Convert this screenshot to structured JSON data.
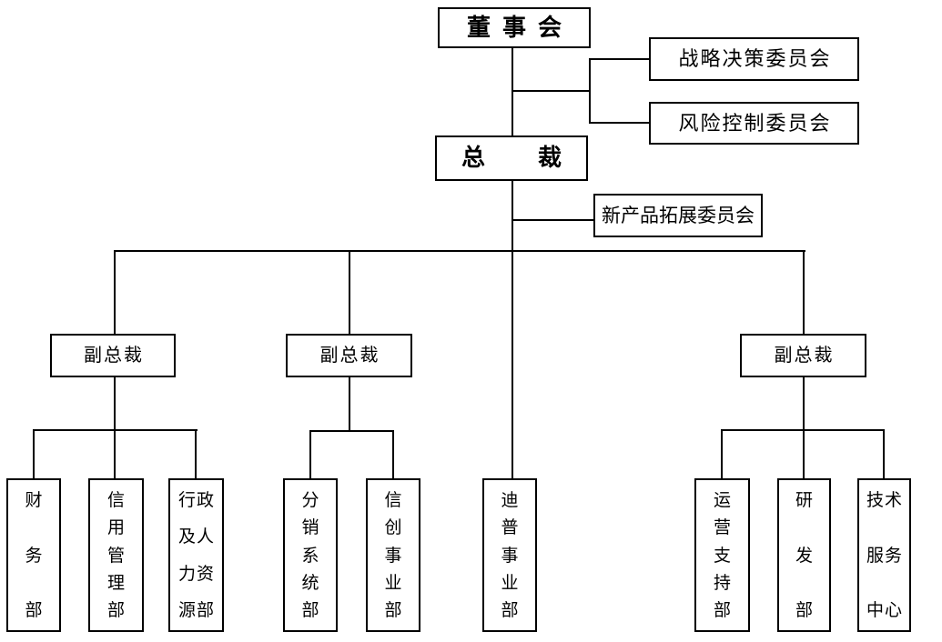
{
  "chart_title": "",
  "colors": {
    "background": "#ffffff",
    "line": "#000000",
    "box_border": "#000000",
    "text": "#000000"
  },
  "nodes": {
    "board": {
      "label": "董事会"
    },
    "strategy_committee": {
      "label": "战略决策委员会"
    },
    "risk_committee": {
      "label": "风险控制委员会"
    },
    "president": {
      "label": "总裁"
    },
    "new_product_committee": {
      "label": "新产品拓展委员会"
    },
    "vp_left": {
      "label": "副总裁"
    },
    "vp_middle": {
      "label": "副总裁"
    },
    "vp_right": {
      "label": "副总裁"
    },
    "finance_dept": {
      "label": "财务部",
      "lines": [
        "财",
        "务",
        "部"
      ]
    },
    "credit_management_dept": {
      "label": "信用管理部",
      "lines": [
        "信",
        "用",
        "管",
        "理",
        "部"
      ]
    },
    "admin_hr_dept": {
      "label": "行政及人力资源部",
      "lines": [
        "行政",
        "及人",
        "力资",
        "源部"
      ]
    },
    "distribution_system_dept": {
      "label": "分销系统部",
      "lines": [
        "分",
        "销",
        "系",
        "统",
        "部"
      ]
    },
    "xinchuang_business_dept": {
      "label": "信创事业部",
      "lines": [
        "信",
        "创",
        "事",
        "业",
        "部"
      ]
    },
    "dipu_business_dept": {
      "label": "迪普事业部",
      "lines": [
        "迪",
        "普",
        "事",
        "业",
        "部"
      ]
    },
    "operation_support_dept": {
      "label": "运营支持部",
      "lines": [
        "运",
        "营",
        "支",
        "持",
        "部"
      ]
    },
    "rd_dept": {
      "label": "研发部",
      "lines": [
        "研",
        "发",
        "部"
      ]
    },
    "tech_service_center": {
      "label": "技术服务中心",
      "lines": [
        "技术",
        "服务",
        "中心"
      ]
    }
  },
  "edges": [
    {
      "from": "董事会",
      "to": "战略决策委员会"
    },
    {
      "from": "董事会",
      "to": "风险控制委员会"
    },
    {
      "from": "董事会",
      "to": "总裁"
    },
    {
      "from": "总裁",
      "to": "新产品拓展委员会"
    },
    {
      "from": "总裁",
      "to": "副总裁(左)"
    },
    {
      "from": "总裁",
      "to": "副总裁(中)"
    },
    {
      "from": "总裁",
      "to": "副总裁(右)"
    },
    {
      "from": "总裁",
      "to": "迪普事业部"
    },
    {
      "from": "副总裁(左)",
      "to": "财务部"
    },
    {
      "from": "副总裁(左)",
      "to": "信用管理部"
    },
    {
      "from": "副总裁(左)",
      "to": "行政及人力资源部"
    },
    {
      "from": "副总裁(中)",
      "to": "分销系统部"
    },
    {
      "from": "副总裁(中)",
      "to": "信创事业部"
    },
    {
      "from": "副总裁(右)",
      "to": "运营支持部"
    },
    {
      "from": "副总裁(右)",
      "to": "研发部"
    },
    {
      "from": "副总裁(右)",
      "to": "技术服务中心"
    }
  ]
}
